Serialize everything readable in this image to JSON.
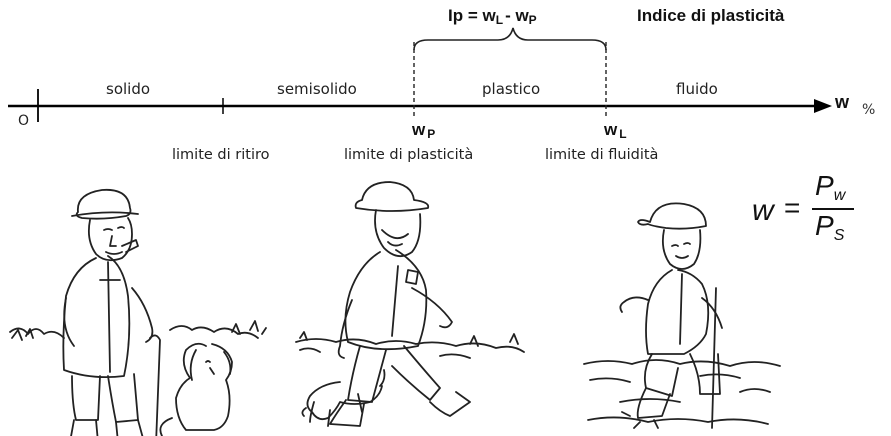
{
  "formula": {
    "lhs": "Ip = w",
    "sub_l": "L",
    "mid": "-  w",
    "sub_p": "P"
  },
  "title": "Indice di plasticità",
  "states": {
    "solid": "solido",
    "semisolid": "semisolido",
    "plastic": "plastico",
    "fluid": "fluido"
  },
  "axis": {
    "origin": "O",
    "label": "w",
    "unit": "%"
  },
  "points": {
    "wp": "w",
    "wp_sub": "P",
    "wl": "w",
    "wl_sub": "L"
  },
  "limits": {
    "shrinkage": "limite di ritiro",
    "plastic": "limite di plasticità",
    "liquid": "limite di fluidità"
  },
  "water_content": {
    "lhs": "w",
    "equals": "=",
    "num": "P",
    "num_sub": "w",
    "den": "P",
    "den_sub": "S"
  },
  "illustrations": [
    "man-standing-with-dog-icon",
    "man-walking-with-dog-icon",
    "man-sinking-in-mud-icon"
  ]
}
